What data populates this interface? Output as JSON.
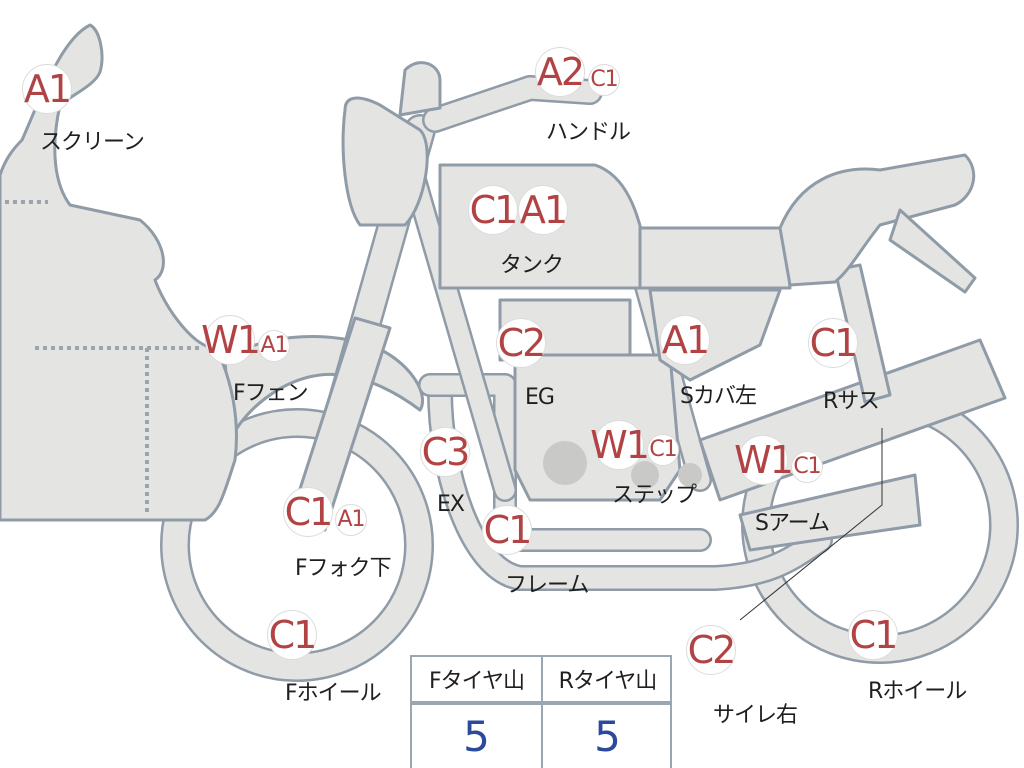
{
  "diagram": {
    "parts": [
      {
        "id": "screen",
        "label": "スクリーン",
        "badges": [
          "A1"
        ]
      },
      {
        "id": "handle",
        "label": "ハンドル",
        "badges": [
          "A2",
          "C1"
        ]
      },
      {
        "id": "tank",
        "label": "タンク",
        "badges": [
          "C1",
          "A1"
        ]
      },
      {
        "id": "f-fender",
        "label": "Fフェン",
        "badges": [
          "W1",
          "A1"
        ]
      },
      {
        "id": "engine",
        "label": "EG",
        "badges": [
          "C2"
        ]
      },
      {
        "id": "s-cover-left",
        "label": "Sカバ左",
        "badges": [
          "A1"
        ]
      },
      {
        "id": "r-suspension",
        "label": "Rサス",
        "badges": [
          "C1"
        ]
      },
      {
        "id": "exhaust",
        "label": "EX",
        "badges": [
          "C3"
        ]
      },
      {
        "id": "step",
        "label": "ステップ",
        "badges": [
          "W1",
          "C1"
        ]
      },
      {
        "id": "s-arm",
        "label": "Sアーム",
        "badges": [
          "W1",
          "C1"
        ]
      },
      {
        "id": "f-fork-lower",
        "label": "Fフォク下",
        "badges": [
          "C1",
          "A1"
        ]
      },
      {
        "id": "frame",
        "label": "フレーム",
        "badges": [
          "C1"
        ]
      },
      {
        "id": "f-wheel",
        "label": "Fホイール",
        "badges": [
          "C1"
        ]
      },
      {
        "id": "silencer-right",
        "label": "サイレ右",
        "badges": [
          "C2"
        ]
      },
      {
        "id": "r-wheel",
        "label": "Rホイール",
        "badges": [
          "C1"
        ]
      }
    ]
  },
  "tread_table": {
    "headers": [
      "Fタイヤ山",
      "Rタイヤ山"
    ],
    "values": [
      "5",
      "5"
    ]
  },
  "colors": {
    "badge_text": "#b24344",
    "bike_fill": "#e4e4e2",
    "bike_outline": "#8f9ba6",
    "value_text": "#2b4a9a"
  }
}
